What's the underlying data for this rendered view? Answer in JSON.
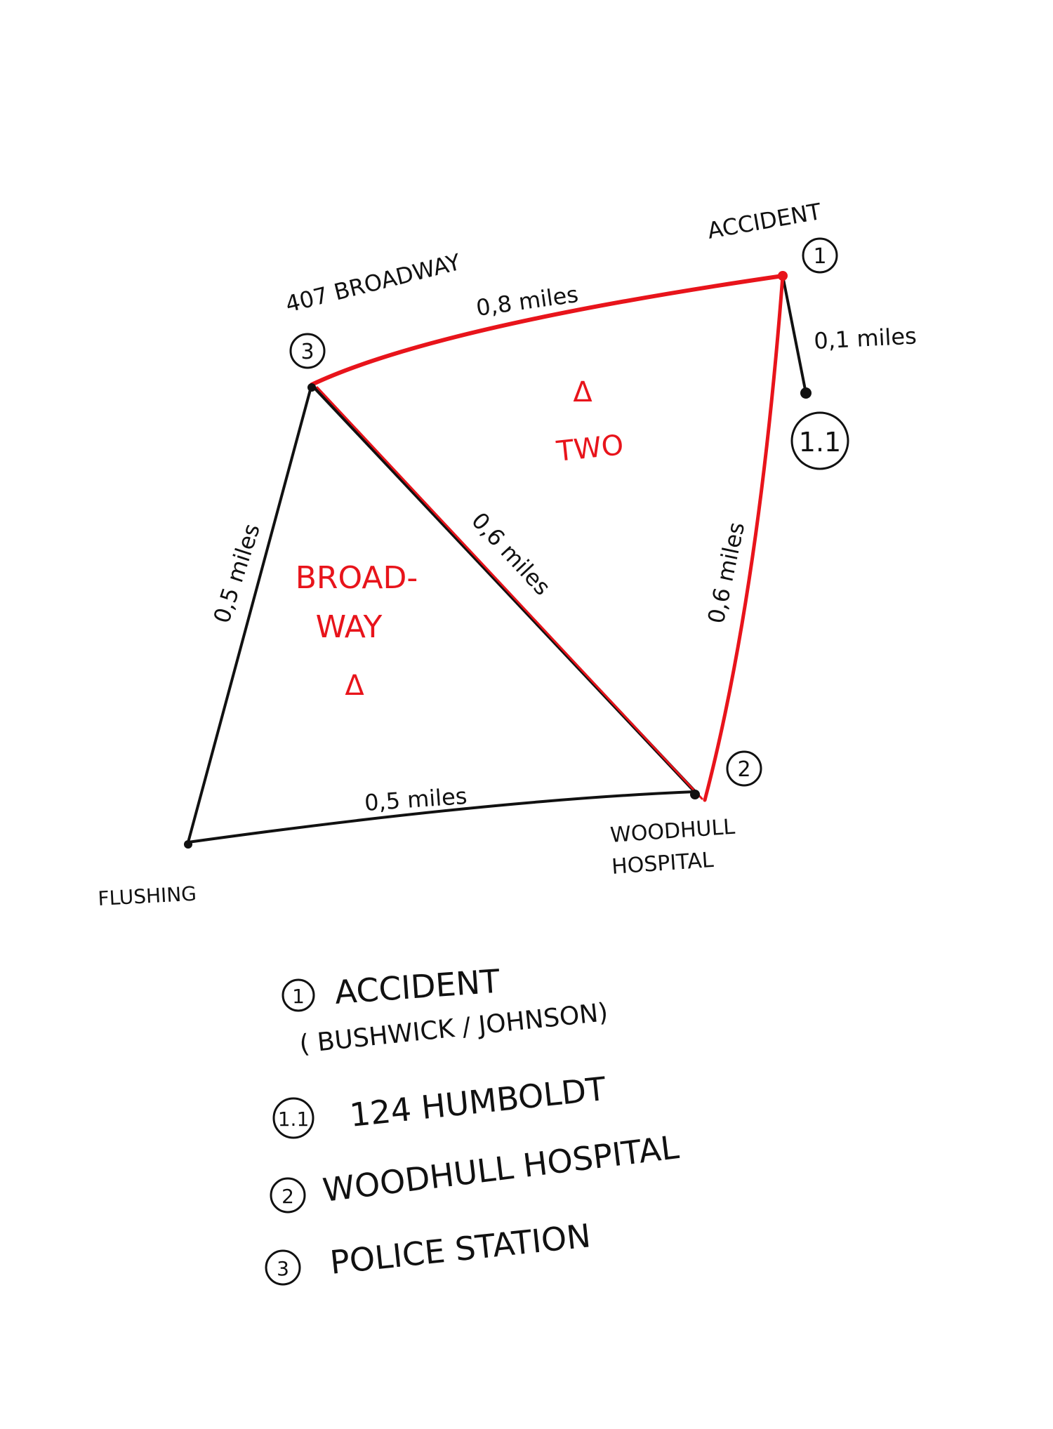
{
  "nodes": {
    "accident": {
      "label": "ACCIDENT",
      "marker": "1"
    },
    "humboldt": {
      "marker": "1.1"
    },
    "hospital": {
      "label_line1": "WOODHULL",
      "label_line2": "HOSPITAL",
      "marker": "2"
    },
    "broadway": {
      "label": "407 BROADWAY",
      "marker": "3"
    },
    "flushing": {
      "label": "FLUSHING"
    }
  },
  "edges": {
    "broadway_accident": "0,8 miles",
    "accident_humboldt": "0,1 miles",
    "accident_hospital": "0,6 miles",
    "broadway_hospital": "0,6 miles",
    "broadway_flushing": "0,5 miles",
    "flushing_hospital": "0,5 miles"
  },
  "regions": {
    "two": {
      "symbol": "Δ",
      "label": "TWO"
    },
    "broadway": {
      "line1": "BROAD-",
      "line2": "WAY",
      "symbol": "Δ"
    }
  },
  "legend": [
    {
      "marker": "1",
      "text": "ACCIDENT",
      "sub": "( BUSHWICK / JOHNSON)"
    },
    {
      "marker": "1.1",
      "text": "124 HUMBOLDT"
    },
    {
      "marker": "2",
      "text": "WOODHULL HOSPITAL"
    },
    {
      "marker": "3",
      "text": "POLICE STATION"
    }
  ],
  "colors": {
    "ink": "#111111",
    "red": "#e8141b"
  }
}
